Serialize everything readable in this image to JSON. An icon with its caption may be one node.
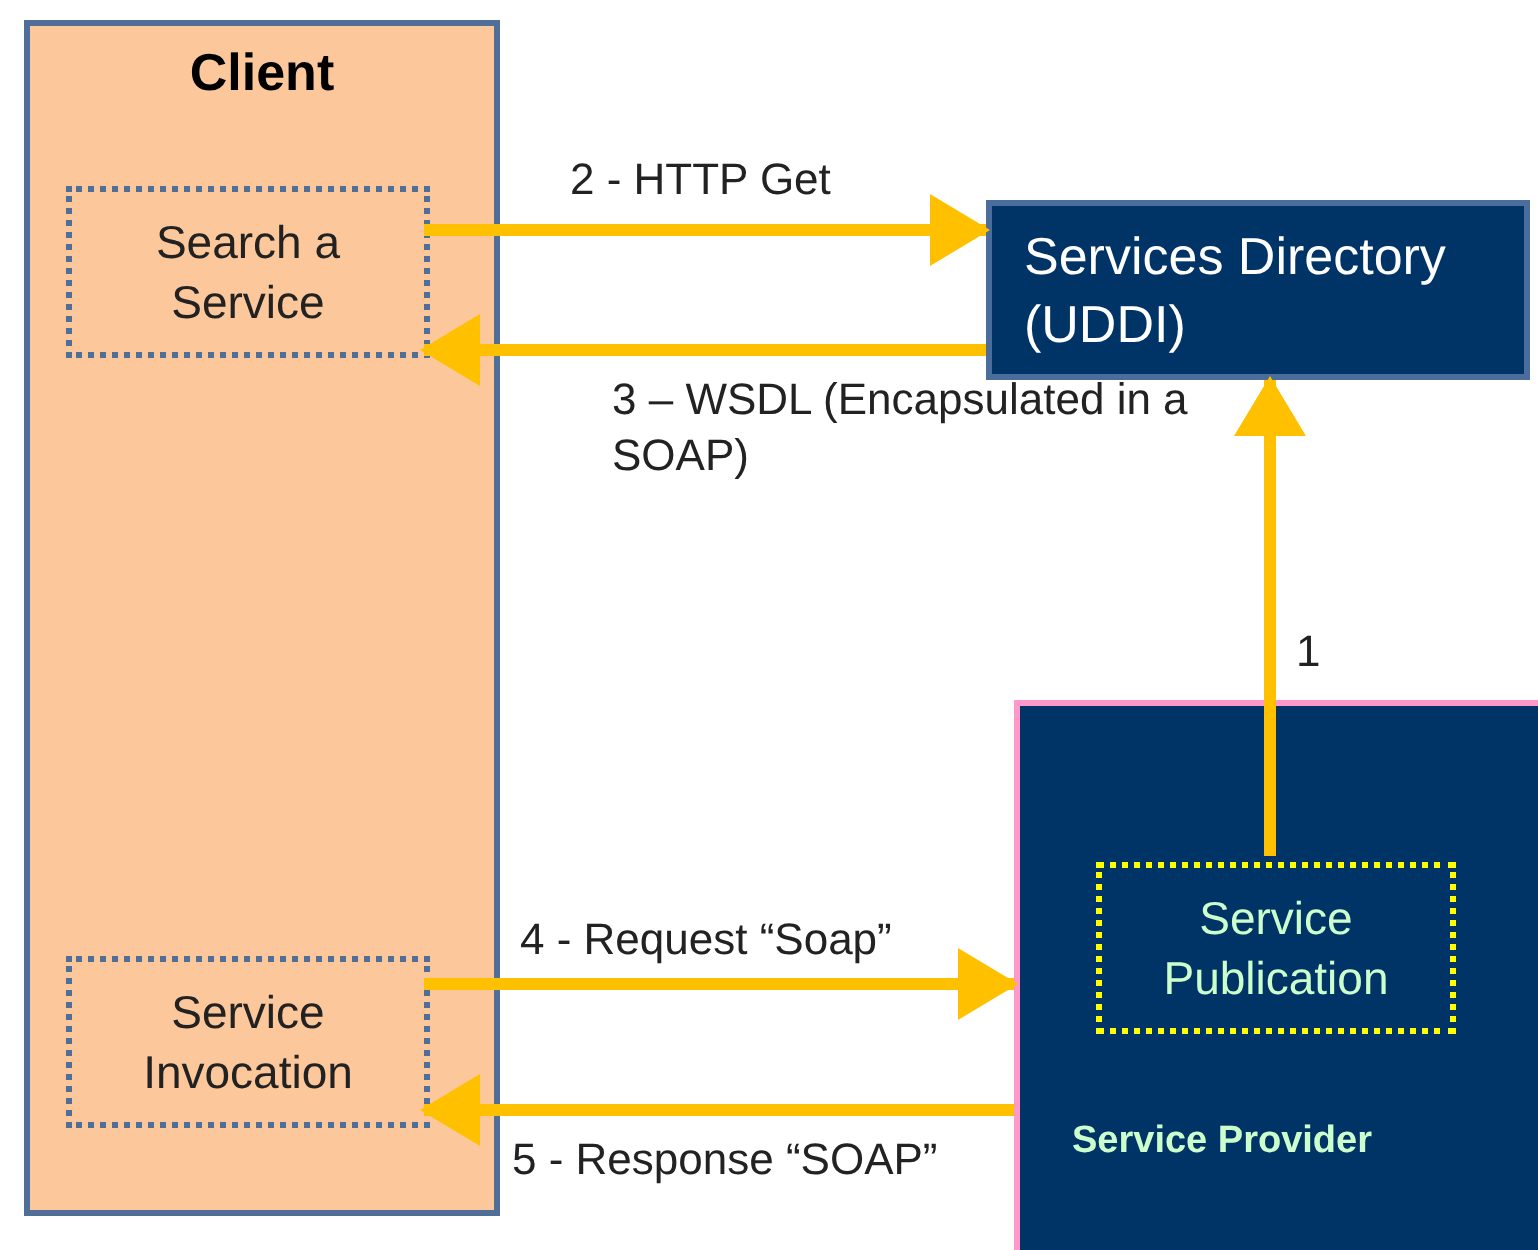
{
  "diagram": {
    "nodes": [
      {
        "text": [
          "Client"
        ]
      },
      {
        "text": [
          "Search a Service"
        ],
        "in": 0
      },
      {
        "text": [
          "Service Invocation"
        ],
        "in": 0
      },
      {
        "text": [
          "Services Directory (UDDI)"
        ]
      },
      {
        "text": [
          "Service Provider"
        ]
      },
      {
        "text": [
          "Service Publication"
        ],
        "in": 4
      }
    ],
    "edges": [
      {
        "from": 1,
        "to": 3,
        "arrow": "to",
        "label": "2 - HTTP Get"
      },
      {
        "from": 3,
        "to": 1,
        "arrow": "to",
        "label": "3 – WSDL (Encapsulated in a SOAP)"
      },
      {
        "from": 5,
        "to": 3,
        "arrow": "to",
        "label": "1"
      },
      {
        "from": 2,
        "to": 4,
        "arrow": "to",
        "label": "4 - Request “Soap”"
      },
      {
        "from": 4,
        "to": 2,
        "arrow": "to",
        "label": "5 - Response “SOAP”"
      }
    ]
  }
}
